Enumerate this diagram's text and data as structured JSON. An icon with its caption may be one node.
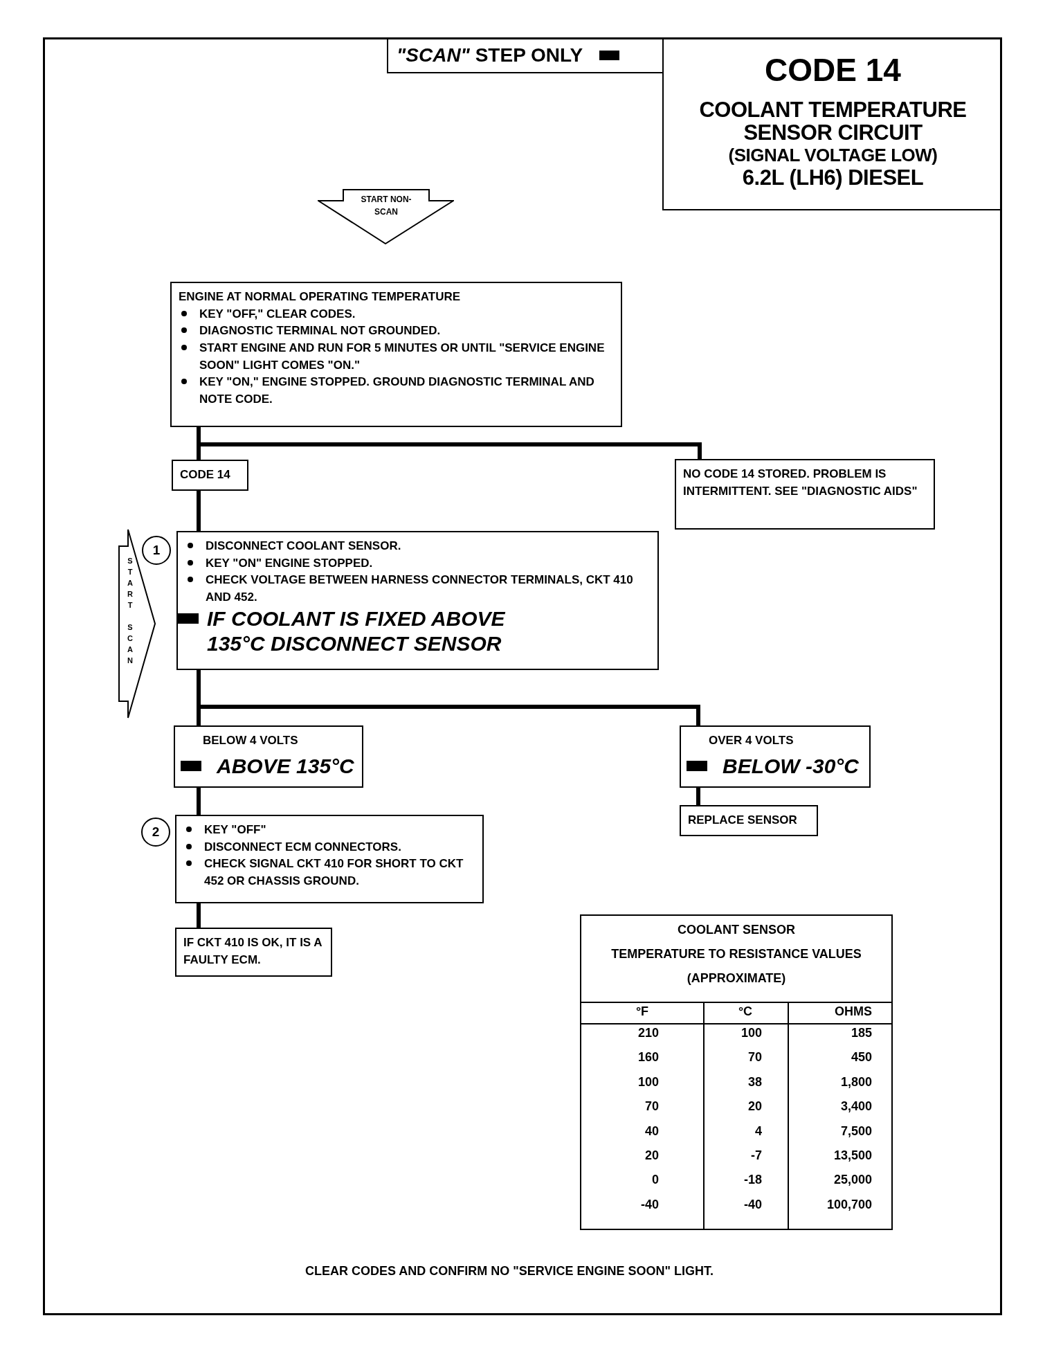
{
  "diagram": {
    "title": "CODE 14",
    "caption": "CLEAR CODES AND CONFIRM NO \"SERVICE ENGINE SOON\" LIGHT.",
    "nodes": [
      {
        "text": [
          "START NON-SCAN"
        ]
      },
      {
        "text": [
          "ENGINE AT NORMAL OPERATING TEMPERATURE",
          "KEY \"OFF,\" CLEAR CODES.",
          "DIAGNOSTIC TERMINAL NOT GROUNDED.",
          "START ENGINE AND RUN FOR 5 MINUTES OR UNTIL \"SERVICE ENGINE SOON\" LIGHT COMES \"ON.\"",
          "KEY \"ON,\" ENGINE STOPPED. GROUND DIAGNOSTIC TERMINAL AND NOTE CODE."
        ]
      },
      {
        "text": [
          "CODE 14"
        ]
      },
      {
        "text": [
          "NO CODE 14 STORED. PROBLEM IS INTERMITTENT. SEE \"DIAGNOSTIC AIDS\""
        ]
      },
      {
        "text": [
          "START SCAN"
        ]
      },
      {
        "text": [
          "DISCONNECT COOLANT SENSOR.",
          "KEY \"ON\" ENGINE STOPPED.",
          "CHECK VOLTAGE BETWEEN HARNESS CONNECTOR TERMINALS, CKT 410 AND 452.",
          "IF COOLANT IS FIXED ABOVE 135°C DISCONNECT SENSOR"
        ]
      },
      {
        "text": [
          "BELOW 4 VOLTS",
          "ABOVE 135°C"
        ]
      },
      {
        "text": [
          "OVER 4 VOLTS",
          "BELOW -30°C"
        ]
      },
      {
        "text": [
          "KEY \"OFF\"",
          "DISCONNECT ECM CONNECTORS.",
          "CHECK SIGNAL CKT 410 FOR SHORT TO CKT 452 OR CHASSIS GROUND."
        ]
      },
      {
        "text": [
          "REPLACE SENSOR"
        ]
      },
      {
        "text": [
          "IF CKT 410 IS OK, IT IS A FAULTY ECM."
        ]
      }
    ],
    "edges": [
      {
        "from": 1,
        "to": 2,
        "arrow": "none"
      },
      {
        "from": 1,
        "to": 3,
        "arrow": "none"
      },
      {
        "from": 2,
        "to": 5,
        "arrow": "none"
      },
      {
        "from": 5,
        "to": 6,
        "arrow": "none"
      },
      {
        "from": 5,
        "to": 7,
        "arrow": "none"
      },
      {
        "from": 6,
        "to": 8,
        "arrow": "none"
      },
      {
        "from": 7,
        "to": 9,
        "arrow": "none"
      },
      {
        "from": 8,
        "to": 10,
        "arrow": "none"
      }
    ],
    "labels": [
      "COOLANT TEMPERATURE SENSOR CIRCUIT",
      "(SIGNAL VOLTAGE LOW)",
      "6.2L (LH6) DIESEL",
      "1",
      "2",
      "COOLANT SENSOR",
      "TEMPERATURE TO RESISTANCE VALUES",
      "(APPROXIMATE)",
      "°F",
      "°C",
      "OHMS",
      "210",
      "100",
      "185",
      "160",
      "70",
      "450",
      "100",
      "38",
      "1,800",
      "70",
      "20",
      "3,400",
      "40",
      "4",
      "7,500",
      "20",
      "-7",
      "13,500",
      "0",
      "-18",
      "25,000",
      "-40",
      "-40",
      "100,700"
    ],
    "legend": [
      {
        "text": "*\"SCAN\"* STEP ONLY",
        "color": "#000000"
      }
    ]
  }
}
